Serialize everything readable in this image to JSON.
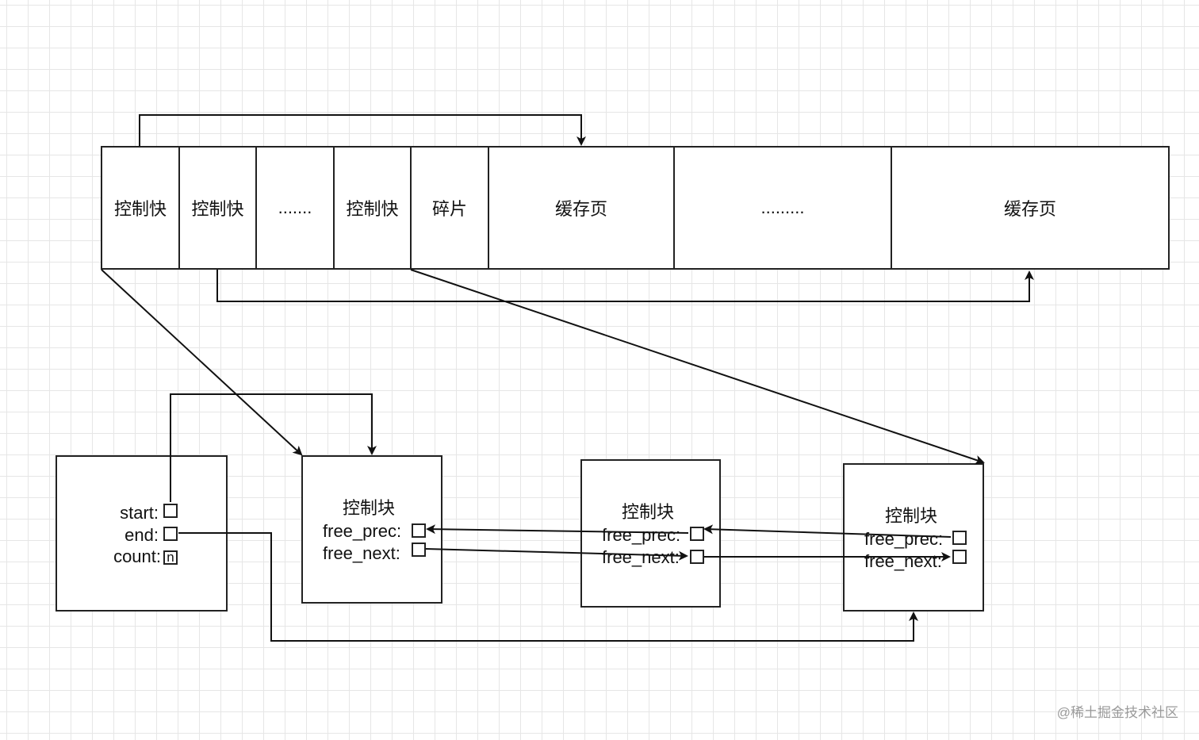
{
  "memory_strip": {
    "cells": [
      {
        "label": "控制快"
      },
      {
        "label": "控制快"
      },
      {
        "label": "......."
      },
      {
        "label": "控制快"
      },
      {
        "label": "碎片"
      },
      {
        "label": "缓存页"
      },
      {
        "label": "........."
      },
      {
        "label": "缓存页"
      }
    ]
  },
  "list_base": {
    "start_label": "start:",
    "end_label": "end:",
    "count_label": "count:",
    "count_value": "n"
  },
  "control_blocks": [
    {
      "title": "控制块",
      "prev_label": "free_prec:",
      "next_label": "free_next:"
    },
    {
      "title": "控制块",
      "prev_label": "free_prec:",
      "next_label": "free_next:"
    },
    {
      "title": "控制块",
      "prev_label": "free_prec:",
      "next_label": "free_next:"
    }
  ],
  "watermark": "@稀土掘金技术社区",
  "colors": {
    "line": "#111111",
    "grid": "#e6e6e6",
    "watermark": "#9a9a9a"
  }
}
